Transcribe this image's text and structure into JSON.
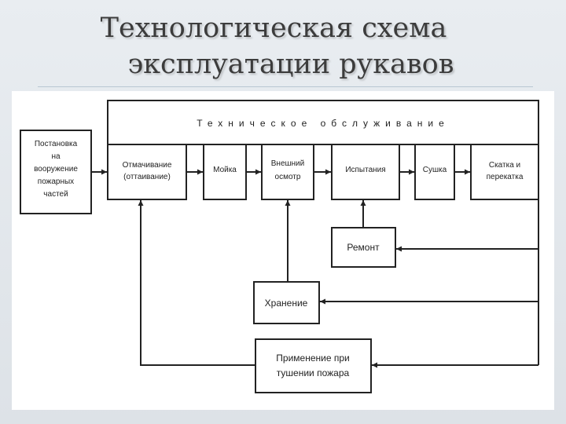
{
  "slide": {
    "title_line1": "Технологическая схема",
    "title_line2": "эксплуатации рукавов"
  },
  "diagram": {
    "header": "Техническое обслуживание",
    "start_box": [
      "Постановка",
      "на",
      "вооружение",
      "пожарных",
      "частей"
    ],
    "steps": [
      [
        "Отмачивание",
        "(оттаивание)"
      ],
      [
        "Мойка"
      ],
      [
        "Внешний",
        "осмотр"
      ],
      [
        "Испытания"
      ],
      [
        "Сушка"
      ],
      [
        "Скатка и",
        "перекатка"
      ]
    ],
    "repair": "Ремонт",
    "storage": "Хранение",
    "usage": [
      "Применение при",
      "тушении пожара"
    ]
  },
  "colors": {
    "line": "#222222",
    "title": "#3c3c3c",
    "background": "#dfe3e8"
  }
}
